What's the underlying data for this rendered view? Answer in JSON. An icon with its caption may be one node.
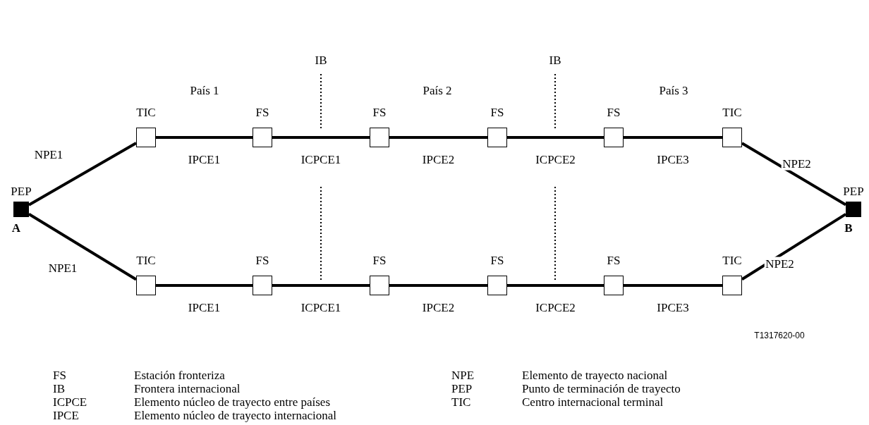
{
  "diagram": {
    "nodes": [
      {
        "text": [
          "PEP",
          "A"
        ]
      },
      {
        "text": [
          "TIC"
        ]
      },
      {
        "text": [
          "FS"
        ]
      },
      {
        "text": [
          "FS"
        ]
      },
      {
        "text": [
          "FS"
        ]
      },
      {
        "text": [
          "FS"
        ]
      },
      {
        "text": [
          "TIC"
        ]
      },
      {
        "text": [
          "TIC"
        ]
      },
      {
        "text": [
          "FS"
        ]
      },
      {
        "text": [
          "FS"
        ]
      },
      {
        "text": [
          "FS"
        ]
      },
      {
        "text": [
          "FS"
        ]
      },
      {
        "text": [
          "TIC"
        ]
      },
      {
        "text": [
          "PEP",
          "B"
        ]
      }
    ],
    "edges": [
      {
        "from": 0,
        "to": 1,
        "arrow": "none",
        "label": "NPE1"
      },
      {
        "from": 1,
        "to": 2,
        "arrow": "none",
        "label": "IPCE1"
      },
      {
        "from": 2,
        "to": 3,
        "arrow": "none",
        "label": "ICPCE1"
      },
      {
        "from": 3,
        "to": 4,
        "arrow": "none",
        "label": "IPCE2"
      },
      {
        "from": 4,
        "to": 5,
        "arrow": "none",
        "label": "ICPCE2"
      },
      {
        "from": 5,
        "to": 6,
        "arrow": "none",
        "label": "IPCE3"
      },
      {
        "from": 6,
        "to": 13,
        "arrow": "none",
        "label": "NPE2"
      },
      {
        "from": 0,
        "to": 7,
        "arrow": "none",
        "label": "NPE1"
      },
      {
        "from": 7,
        "to": 8,
        "arrow": "none",
        "label": "IPCE1"
      },
      {
        "from": 8,
        "to": 9,
        "arrow": "none",
        "label": "ICPCE1"
      },
      {
        "from": 9,
        "to": 10,
        "arrow": "none",
        "label": "IPCE2"
      },
      {
        "from": 10,
        "to": 11,
        "arrow": "none",
        "label": "ICPCE2"
      },
      {
        "from": 11,
        "to": 12,
        "arrow": "none",
        "label": "IPCE3"
      },
      {
        "from": 12,
        "to": 13,
        "arrow": "none",
        "label": "NPE2"
      }
    ],
    "labels": [
      "IB",
      "IB",
      "País 1",
      "País 2",
      "País 3",
      "T1317620-00",
      "FS",
      "Estación fronteriza",
      "NPE",
      "Elemento de trayecto nacional",
      "IB",
      "Frontera internacional",
      "PEP",
      "Punto de terminación de trayecto",
      "ICPCE",
      "Elemento núcleo de trayecto entre países",
      "TIC",
      "Centro internacional terminal",
      "IPCE",
      "Elemento núcleo de trayecto internacional"
    ]
  }
}
